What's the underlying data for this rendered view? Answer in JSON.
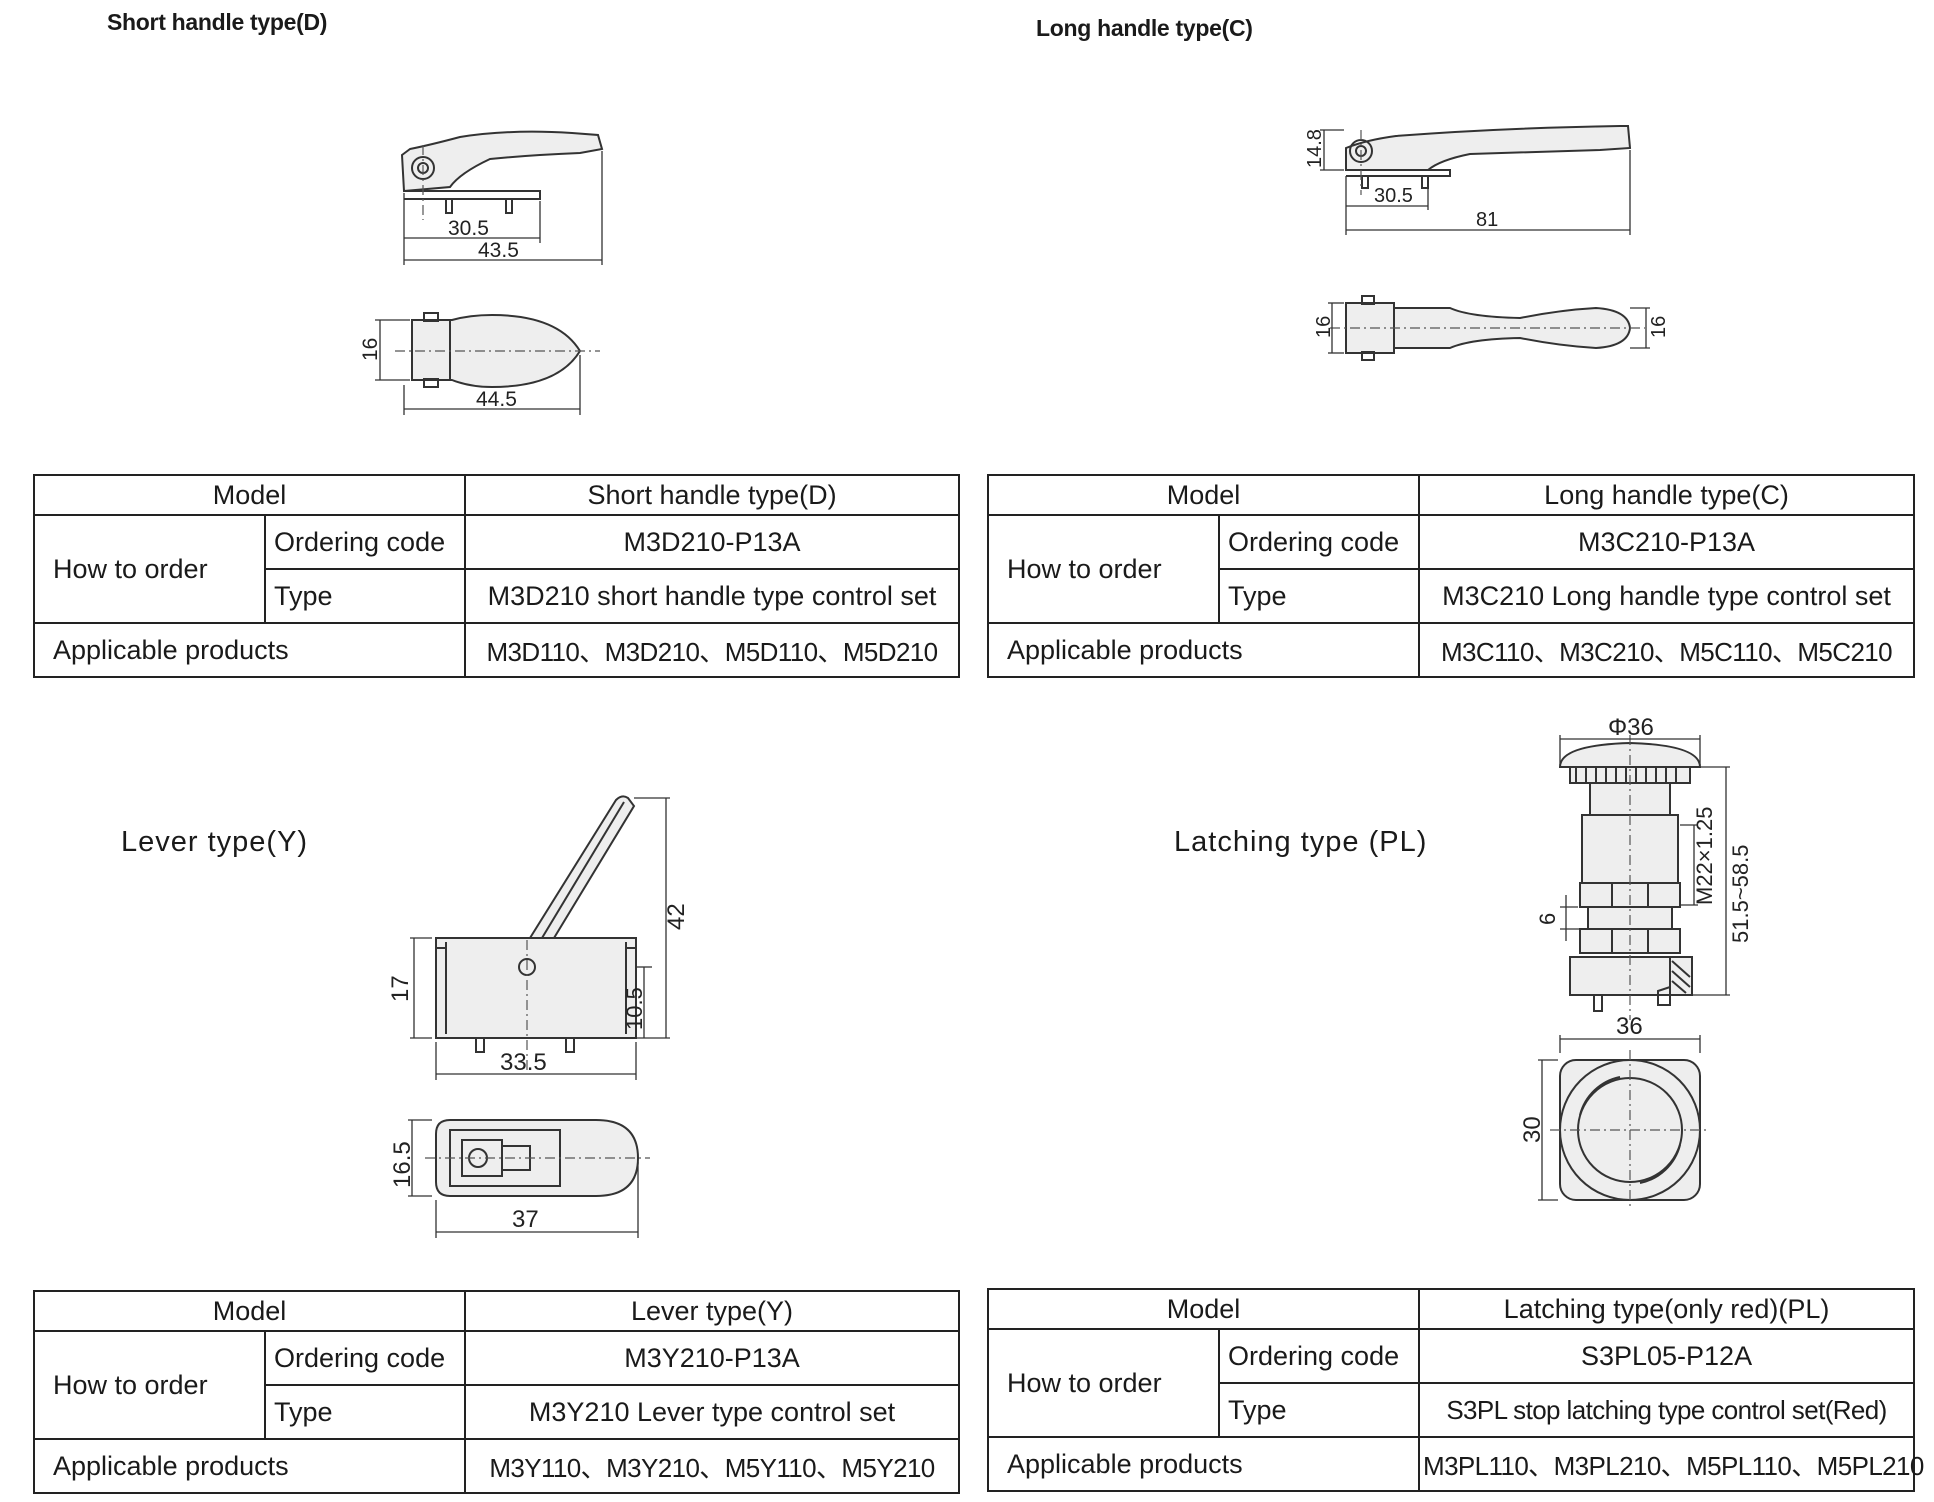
{
  "sections": {
    "short": {
      "title": "Short handle type(D)",
      "dims": {
        "d1": "30.5",
        "d2": "43.5",
        "d3": "16",
        "d4": "44.5"
      },
      "table": {
        "model_label": "Model",
        "model_value": "Short handle type(D)",
        "how_to_order": "How to order",
        "ordering_code_label": "Ordering code",
        "ordering_code": "M3D210-P13A",
        "type_label": "Type",
        "type_value": "M3D210 short handle type control set",
        "applicable_label": "Applicable products",
        "applicable_value": "M3D110、M3D210、M5D110、M5D210"
      }
    },
    "long": {
      "title": "Long handle type(C)",
      "dims": {
        "d1": "14.8",
        "d2": "30.5",
        "d3": "81",
        "d4": "16",
        "d5": "16"
      },
      "table": {
        "model_label": "Model",
        "model_value": "Long handle type(C)",
        "how_to_order": "How to order",
        "ordering_code_label": "Ordering code",
        "ordering_code": "M3C210-P13A",
        "type_label": "Type",
        "type_value": "M3C210 Long handle type control set",
        "applicable_label": "Applicable products",
        "applicable_value": "M3C110、M3C210、M5C110、M5C210"
      }
    },
    "lever": {
      "title": "Lever type(Y)",
      "dims": {
        "d1": "42",
        "d2": "17",
        "d3": "10.5",
        "d4": "33.5",
        "d5": "16.5",
        "d6": "37"
      },
      "table": {
        "model_label": "Model",
        "model_value": "Lever type(Y)",
        "how_to_order": "How to order",
        "ordering_code_label": "Ordering code",
        "ordering_code": "M3Y210-P13A",
        "type_label": "Type",
        "type_value": "M3Y210 Lever type control set",
        "applicable_label": "Applicable products",
        "applicable_value": "M3Y110、M3Y210、M5Y110、M5Y210"
      }
    },
    "latching": {
      "title": "Latching type (PL)",
      "dims": {
        "d1": "Φ36",
        "d2": "M22×1.25",
        "d3": "51.5~58.5",
        "d4": "6",
        "d5": "36",
        "d6": "30"
      },
      "table": {
        "model_label": "Model",
        "model_value": "Latching type(only red)(PL)",
        "how_to_order": "How to order",
        "ordering_code_label": "Ordering code",
        "ordering_code": "S3PL05-P12A",
        "type_label": "Type",
        "type_value": "S3PL stop latching type control set(Red)",
        "applicable_label": "Applicable products",
        "applicable_value": "M3PL110、M3PL210、M5PL110、M5PL210"
      }
    }
  }
}
